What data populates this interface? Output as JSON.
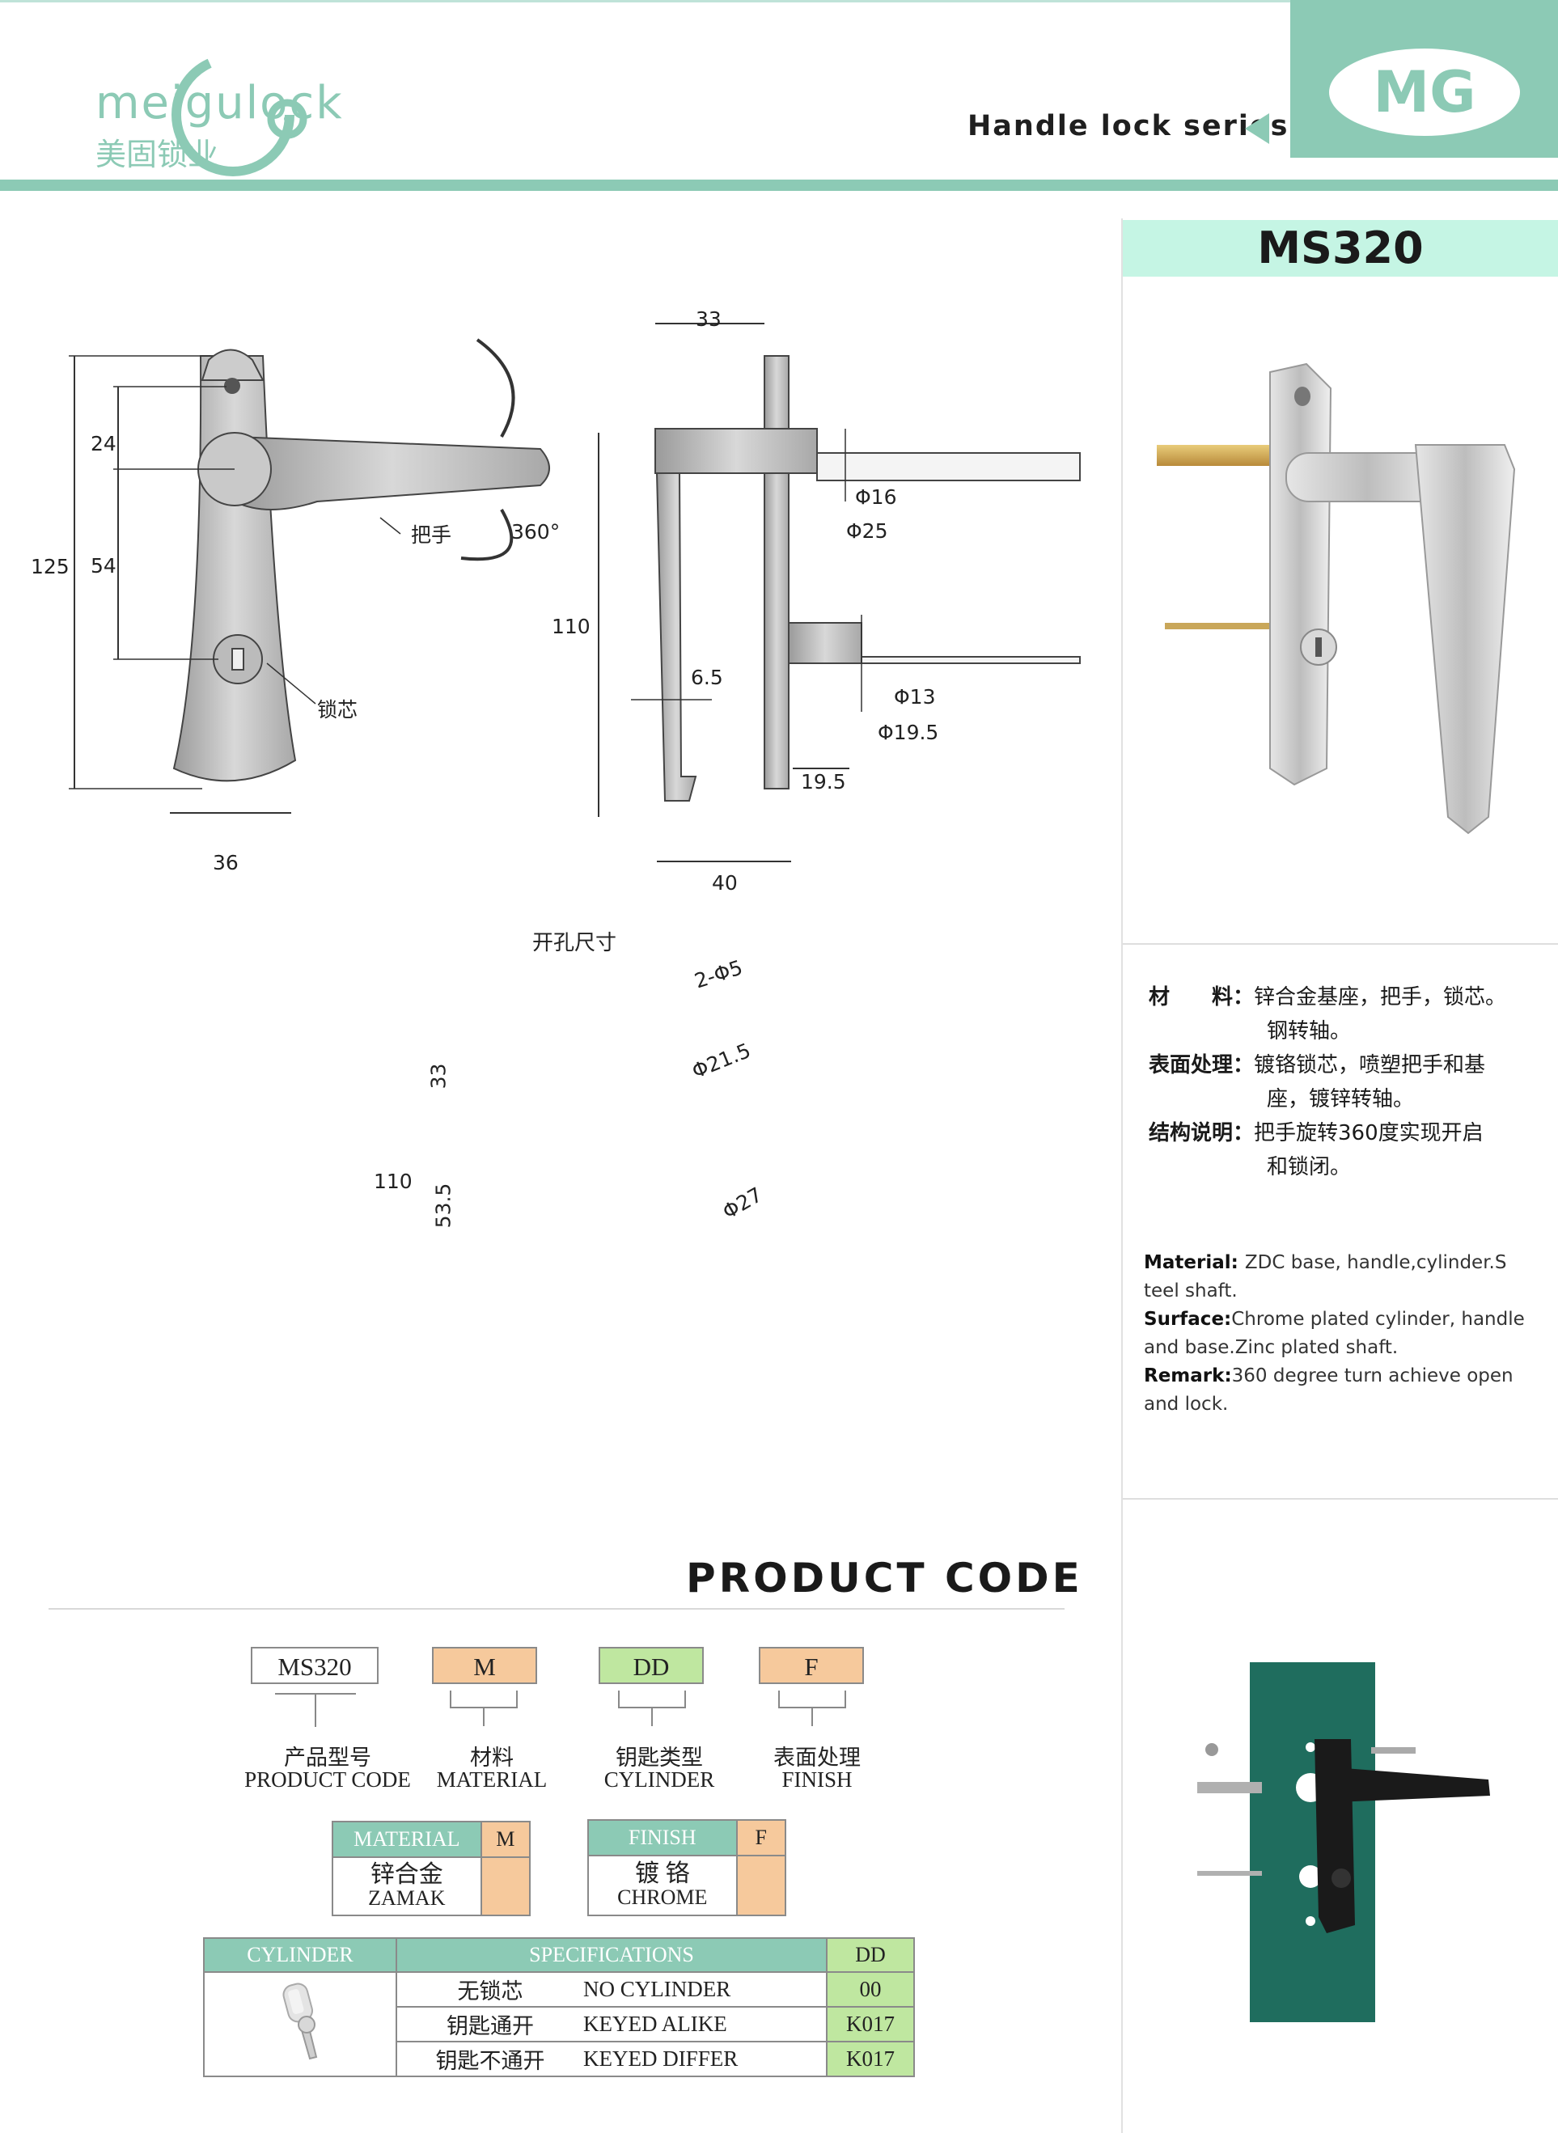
{
  "header": {
    "brand_en": "meigulock",
    "brand_cn": "美固锁业",
    "series": "Handle lock series",
    "badge": "MG",
    "colors": {
      "accent": "#8ccab5",
      "badge_text": "#8ccab5",
      "model_bar": "#c5f5e4"
    }
  },
  "model": "MS320",
  "drawing": {
    "front": {
      "height": "125",
      "top_offset": "24",
      "mid_offset": "54",
      "width": "36",
      "handle_label": "把手",
      "rotation": "360°",
      "cylinder_label": "锁芯"
    },
    "side": {
      "depth": "33",
      "height": "110",
      "thickness": "6.5",
      "depth_bottom": "40",
      "d16": "Φ16",
      "d25": "Φ25",
      "d13": "Φ13",
      "d195": "Φ19.5",
      "shaft": "19.5"
    },
    "cutout": {
      "title": "开孔尺寸",
      "hole_small": "2-Φ5",
      "hole_mid": "Φ21.5",
      "hole_big": "Φ27",
      "height": "110",
      "dist1": "33",
      "dist2": "53.5"
    }
  },
  "specs_cn": [
    {
      "key": "材　　料：",
      "value1": "锌合金基座，把手，锁芯。",
      "value2": "钢转轴。"
    },
    {
      "key": "表面处理：",
      "value1": "镀铬锁芯，喷塑把手和基",
      "value2": "座，镀锌转轴。"
    },
    {
      "key": "结构说明：",
      "value1": "把手旋转360度实现开启",
      "value2": "和锁闭。"
    }
  ],
  "specs_en": [
    {
      "key": "Material",
      "sep": ": ",
      "line1": "ZDC base, handle,cylinder.S",
      "line2": "teel shaft."
    },
    {
      "key": "Surface",
      "sep": ":",
      "line1": "Chrome plated cylinder, handle",
      "line2": "and base.Zinc plated shaft."
    },
    {
      "key": "Remark",
      "sep": ":",
      "line1": "360 degree turn achieve open",
      "line2": "and lock."
    }
  ],
  "product_code": {
    "title": "PRODUCT CODE",
    "boxes": [
      {
        "code": "MS320",
        "cn": "产品型号",
        "en": "PRODUCT CODE",
        "color": "#ffffff"
      },
      {
        "code": "M",
        "cn": "材料",
        "en": "MATERIAL",
        "color": "#f6c99c"
      },
      {
        "code": "DD",
        "cn": "钥匙类型",
        "en": "CYLINDER",
        "color": "#bfe7a0"
      },
      {
        "code": "F",
        "cn": "表面处理",
        "en": "FINISH",
        "color": "#f6c99c"
      }
    ],
    "material_table": {
      "header": "MATERIAL",
      "code": "M",
      "cn": "锌合金",
      "en": "ZAMAK"
    },
    "finish_table": {
      "header": "FINISH",
      "code": "F",
      "cn": "镀 铬",
      "en": "CHROME"
    },
    "cylinder_table": {
      "col1": "CYLINDER",
      "col2": "SPECIFICATIONS",
      "col3": "DD",
      "rows": [
        {
          "cn": "无锁芯",
          "en": "NO CYLINDER",
          "code": "00"
        },
        {
          "cn": "钥匙通开",
          "en": "KEYED ALIKE",
          "code": "K017"
        },
        {
          "cn": "钥匙不通开",
          "en": "KEYED DIFFER",
          "code": "K017"
        }
      ]
    }
  }
}
